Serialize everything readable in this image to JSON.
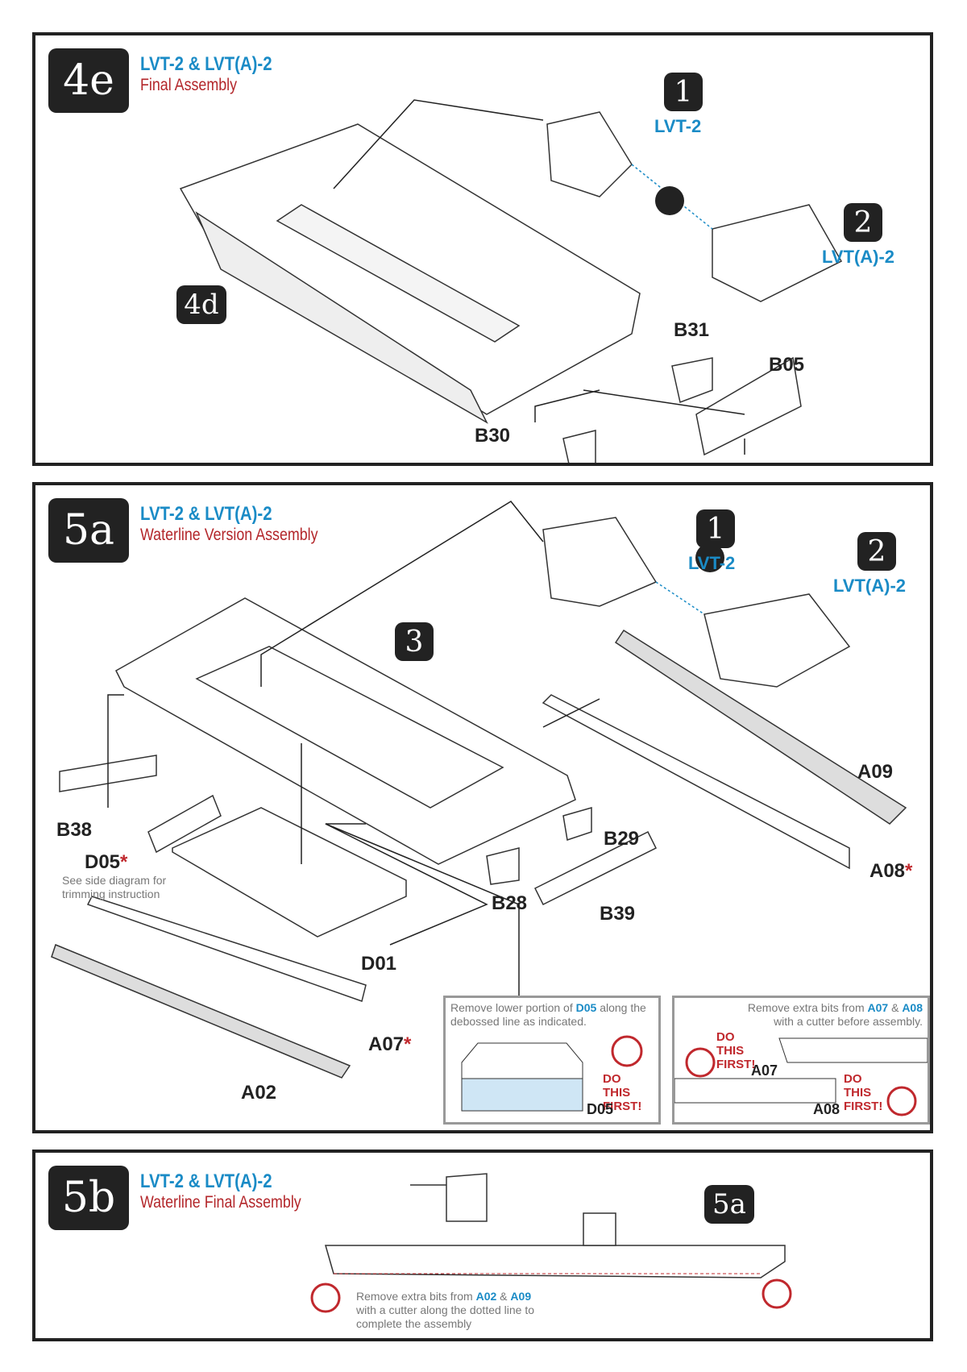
{
  "step_4e": {
    "number": "4e",
    "title": "LVT-2 & LVT(A)-2",
    "subtitle": "Final Assembly",
    "ref_step": "4d",
    "option_1": {
      "number": "1",
      "label": "LVT-2"
    },
    "option_2": {
      "number": "2",
      "label": "LVT(A)-2"
    },
    "parts": [
      "B31",
      "B05",
      "B30"
    ]
  },
  "step_5a": {
    "number": "5a",
    "title": "LVT-2 & LVT(A)-2",
    "subtitle": "Waterline Version Assembly",
    "option_1": {
      "number": "1",
      "label": "LVT-2"
    },
    "option_2": {
      "number": "2",
      "label": "LVT(A)-2"
    },
    "sub_step": "3",
    "parts": {
      "a09": "A09",
      "a08": "A08",
      "b29": "B29",
      "b39": "B39",
      "b28": "B28",
      "b38": "B38",
      "d05": "D05",
      "d01": "D01",
      "a07": "A07",
      "a02": "A02"
    },
    "star": "*",
    "d05_note": "See side diagram for trimming instruction",
    "box1": {
      "text_a": "Remove lower portion of ",
      "part": "D05",
      "text_b": " along the debossed line as indicated.",
      "warning": "DO THIS FIRST!",
      "label": "D05"
    },
    "box2": {
      "text_a": "Remove extra bits from ",
      "part1": "A07",
      "amp": " & ",
      "part2": "A08",
      "text_b": " with a cutter before assembly.",
      "warning1": "DO THIS FIRST!",
      "warning2": "DO THIS FIRST!",
      "label1": "A07",
      "label2": "A08"
    }
  },
  "step_5b": {
    "number": "5b",
    "title": "LVT-2 & LVT(A)-2",
    "subtitle": "Waterline Final Assembly",
    "ref_step": "5a",
    "note_a": "Remove extra bits from ",
    "part1": "A02",
    "amp": " & ",
    "part2": "A09",
    "note_b": " with a cutter along the dotted line to complete the assembly"
  },
  "colors": {
    "accent_blue": "#1a8bc6",
    "accent_red": "#b3262a",
    "badge": "#222222"
  }
}
